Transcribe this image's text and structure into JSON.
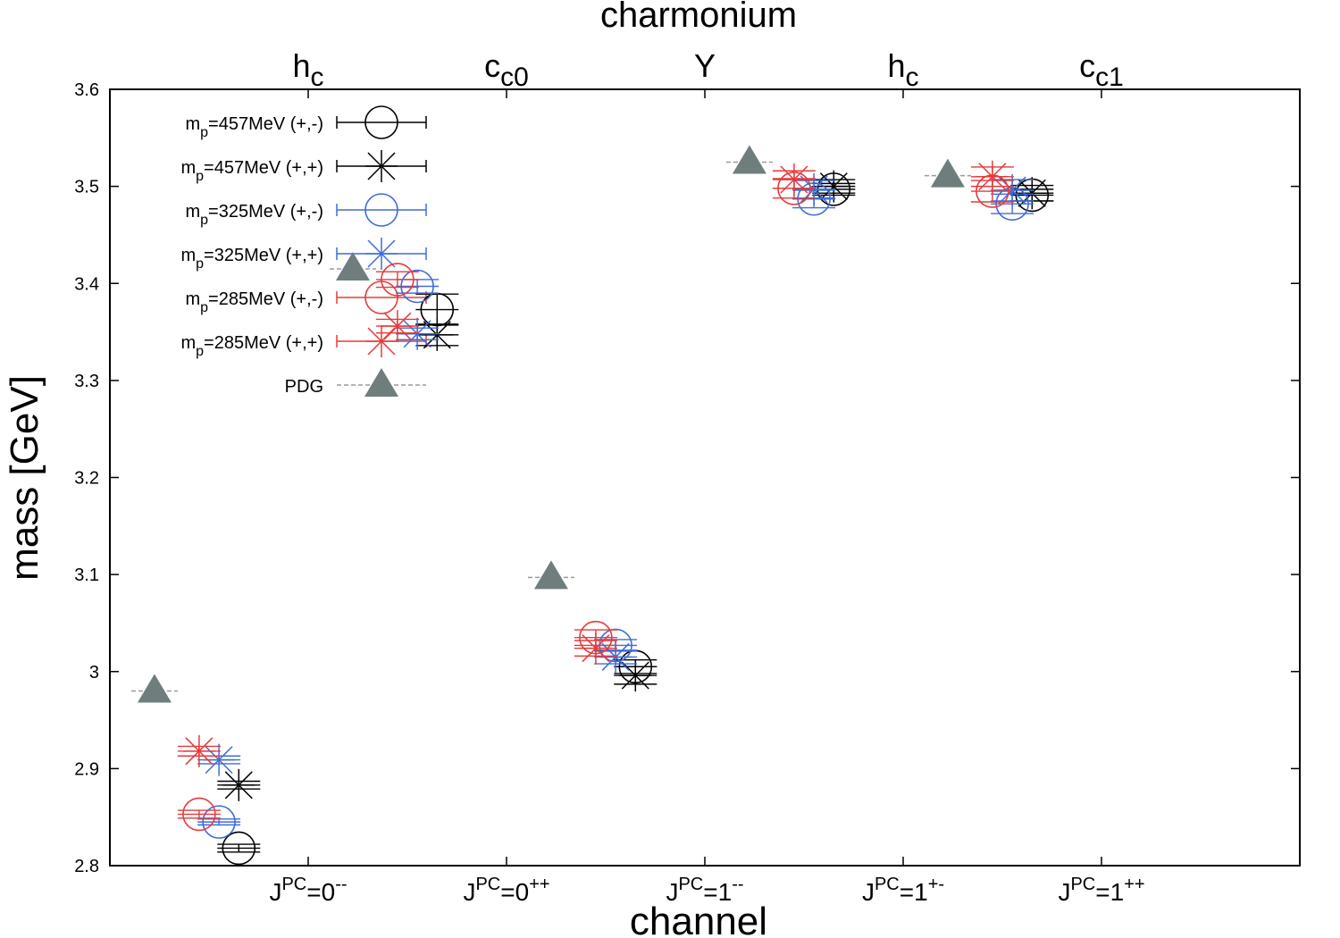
{
  "chart_data": {
    "type": "scatter",
    "title": "charmonium",
    "xlabel": "channel",
    "ylabel": "mass [GeV]",
    "ylim": [
      2.8,
      3.6
    ],
    "yticks": [
      2.8,
      2.9,
      3.0,
      3.1,
      3.2,
      3.3,
      3.4,
      3.5,
      3.6
    ],
    "ytick_labels": [
      "2.8",
      "2.9",
      "3",
      "3.1",
      "3.2",
      "3.3",
      "3.4",
      "3.5",
      "3.6"
    ],
    "grid": false,
    "legend_position": "top-left",
    "categories": [
      {
        "top_main": "h",
        "top_sub": "c",
        "bottom_main": "J",
        "bottom_sup1": "PC",
        "bottom_eq": "=0",
        "bottom_sup2": "--"
      },
      {
        "top_main": "c",
        "top_sub": "c0",
        "bottom_main": "J",
        "bottom_sup1": "PC",
        "bottom_eq": "=0",
        "bottom_sup2": "++"
      },
      {
        "top_main": "Y",
        "top_sub": "",
        "bottom_main": "J",
        "bottom_sup1": "PC",
        "bottom_eq": "=1",
        "bottom_sup2": "--"
      },
      {
        "top_main": "h",
        "top_sub": "c",
        "bottom_main": "J",
        "bottom_sup1": "PC",
        "bottom_eq": "=1",
        "bottom_sup2": "+-"
      },
      {
        "top_main": "c",
        "top_sub": "c1",
        "bottom_main": "J",
        "bottom_sup1": "PC",
        "bottom_eq": "=1",
        "bottom_sup2": "++"
      }
    ],
    "series": [
      {
        "name_main": "m",
        "name_sub": "p",
        "name_rest": "=457MeV  (+,-)",
        "marker": "circle",
        "color": "#000000",
        "offset": -0.7,
        "values": [
          2.818,
          3.373,
          3.005,
          3.497,
          3.491
        ],
        "errors": [
          0.004,
          0.016,
          0.007,
          0.006,
          0.006
        ]
      },
      {
        "name_main": "m",
        "name_sub": "p",
        "name_rest": "=457MeV  (+,+)",
        "marker": "star",
        "color": "#000000",
        "offset": -0.7,
        "values": [
          2.883,
          3.347,
          2.996,
          3.5,
          3.493
        ],
        "errors": [
          0.004,
          0.011,
          0.009,
          0.007,
          0.008
        ]
      },
      {
        "name_main": "m",
        "name_sub": "p",
        "name_rest": "=325MeV  (+,-)",
        "marker": "circle",
        "color": "#3e6cd8",
        "offset": -0.9,
        "values": [
          2.845,
          3.397,
          3.027,
          3.487,
          3.482
        ],
        "errors": [
          0.003,
          0.007,
          0.006,
          0.009,
          0.01
        ]
      },
      {
        "name_main": "m",
        "name_sub": "p",
        "name_rest": "=325MeV  (+,+)",
        "marker": "star",
        "color": "#3e6cd8",
        "offset": -0.9,
        "values": [
          2.909,
          3.348,
          3.015,
          3.497,
          3.496
        ],
        "errors": [
          0.004,
          0.006,
          0.007,
          0.009,
          0.011
        ]
      },
      {
        "name_main": "m",
        "name_sub": "p",
        "name_rest": "=285MeV  (+,-)",
        "marker": "circle",
        "color": "#e63a3a",
        "offset": -1.1,
        "values": [
          2.853,
          3.404,
          3.035,
          3.498,
          3.495
        ],
        "errors": [
          0.004,
          0.008,
          0.008,
          0.01,
          0.011
        ]
      },
      {
        "name_main": "m",
        "name_sub": "p",
        "name_rest": "=285MeV  (+,+)",
        "marker": "star",
        "color": "#e63a3a",
        "offset": -1.1,
        "values": [
          2.918,
          3.356,
          3.024,
          3.507,
          3.51
        ],
        "errors": [
          0.005,
          0.007,
          0.008,
          0.009,
          0.01
        ]
      },
      {
        "name_main": "PDG",
        "name_sub": "",
        "name_rest": "",
        "marker": "triangle",
        "color": "#6f7e7d",
        "offset": -1.55,
        "values": [
          2.98,
          3.415,
          3.097,
          3.525,
          3.511
        ],
        "errors": [
          0,
          0,
          0,
          0,
          0
        ]
      }
    ]
  }
}
